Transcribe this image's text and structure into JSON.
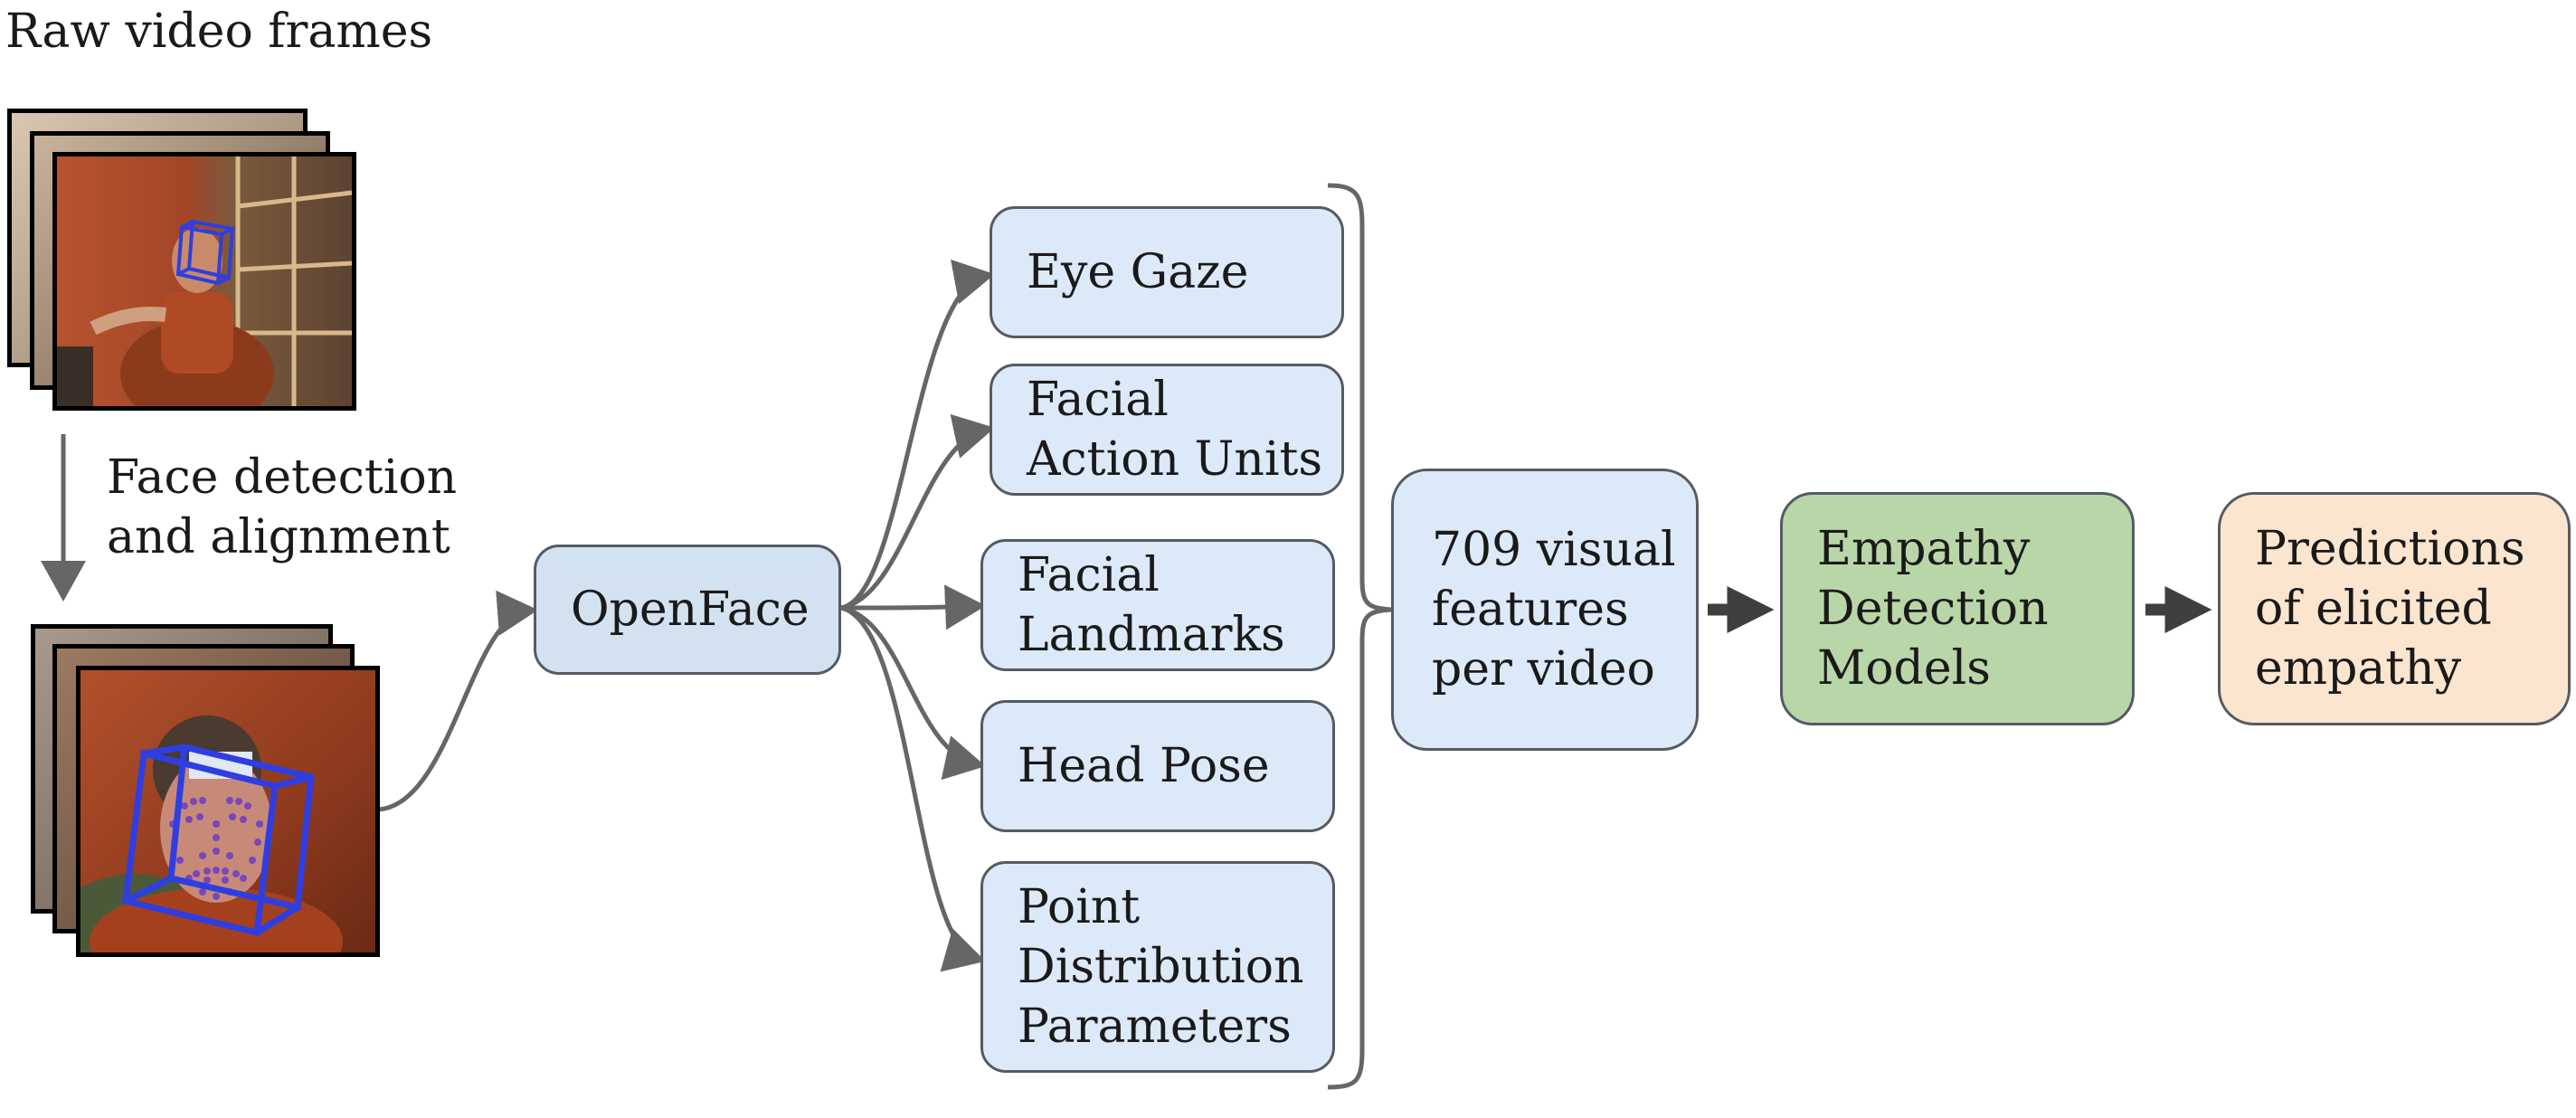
{
  "header": {
    "title": "Raw video frames"
  },
  "step_label": "Face detection\nand alignment",
  "nodes": {
    "openface": "OpenFace",
    "features": [
      "Eye Gaze",
      "Facial\nAction Units",
      "Facial\nLandmarks",
      "Head Pose",
      "Point\nDistribution\nParameters"
    ],
    "visual_features": "709 visual\nfeatures\nper video",
    "models": "Empathy\nDetection\nModels",
    "predictions": "Predictions\nof elicited\nempathy"
  },
  "colors": {
    "feature_box": "#dce9f8",
    "openface_box": "#d3e2f1",
    "model_box": "#b9d6a8",
    "prediction_box": "#fbe5cf",
    "connector": "#666666",
    "face_box": "#2f3ee0",
    "landmark": "#c0392b"
  }
}
